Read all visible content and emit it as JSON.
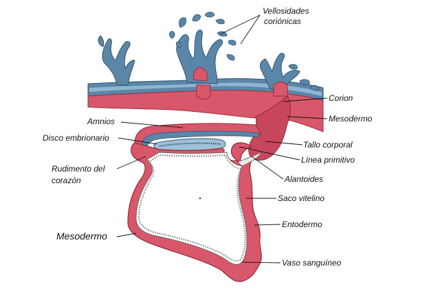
{
  "labels": {
    "vellosidades_1": "Vellosidades",
    "vellosidades_2": "coriónicas",
    "corion": "Corion",
    "mesodermo_right": "Mesodermo",
    "amnios": "Amnios",
    "disco": "Disco embrionario",
    "tallo": "Tallo corporal",
    "linea": "Línea primitivo",
    "rudimento_1": "Rudimento del",
    "rudimento_2": "corazón",
    "alantoides": "Alantoides",
    "saco": "Saco vitelino",
    "entodermo": "Entodermo",
    "mesodermo_left": "Mesodermo",
    "vaso": "Vaso sanguíneo"
  },
  "colors": {
    "mesoderm_red": "#d9576a",
    "mesoderm_dark": "#b8394e",
    "ectoderm_blue": "#5a86a8",
    "ectoderm_light": "#9ec0d8",
    "line": "#111111"
  }
}
